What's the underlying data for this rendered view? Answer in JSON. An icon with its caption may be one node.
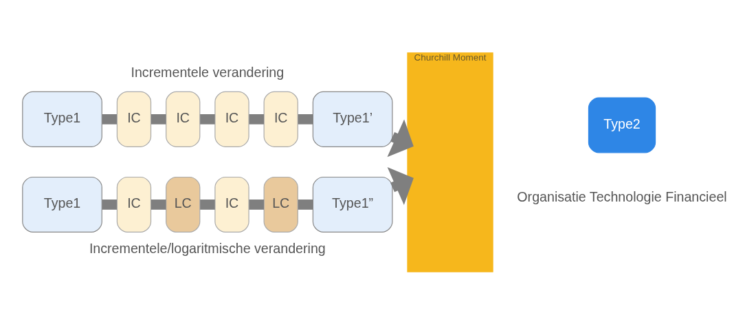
{
  "diagram": {
    "nodes": [
      {
        "text": [
          "Type1"
        ]
      },
      {
        "text": [
          "IC"
        ]
      },
      {
        "text": [
          "IC"
        ]
      },
      {
        "text": [
          "IC"
        ]
      },
      {
        "text": [
          "IC"
        ]
      },
      {
        "text": [
          "Type1’"
        ]
      },
      {
        "text": [
          "Churchill Moment"
        ]
      },
      {
        "text": [
          "Type2"
        ]
      },
      {
        "text": [
          "Type1"
        ]
      },
      {
        "text": [
          "IC"
        ]
      },
      {
        "text": [
          "LC"
        ]
      },
      {
        "text": [
          "IC"
        ]
      },
      {
        "text": [
          "LC"
        ]
      },
      {
        "text": [
          "Type1”"
        ]
      }
    ],
    "edges": [
      {
        "from": 0,
        "to": 1,
        "arrow": "none"
      },
      {
        "from": 1,
        "to": 2,
        "arrow": "none"
      },
      {
        "from": 2,
        "to": 3,
        "arrow": "none"
      },
      {
        "from": 3,
        "to": 4,
        "arrow": "none"
      },
      {
        "from": 4,
        "to": 5,
        "arrow": "none"
      },
      {
        "from": 5,
        "to": 6,
        "arrow": "to"
      },
      {
        "from": 8,
        "to": 9,
        "arrow": "none"
      },
      {
        "from": 9,
        "to": 10,
        "arrow": "none"
      },
      {
        "from": 10,
        "to": 11,
        "arrow": "none"
      },
      {
        "from": 11,
        "to": 12,
        "arrow": "none"
      },
      {
        "from": 12,
        "to": 13,
        "arrow": "none"
      },
      {
        "from": 13,
        "to": 6,
        "arrow": "to"
      }
    ],
    "labels": [
      "Incrementele verandering",
      "Incrementele/logaritmische verandering",
      "Organisatie Technologie Financieel"
    ]
  }
}
